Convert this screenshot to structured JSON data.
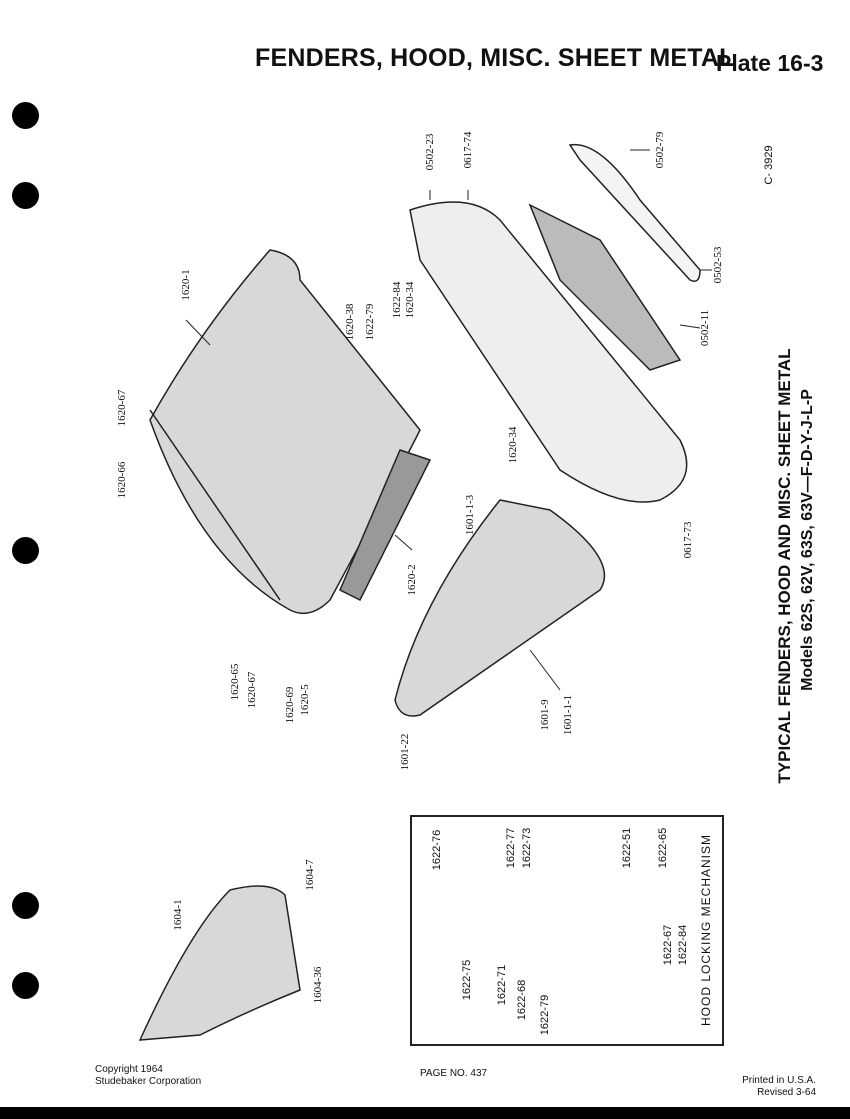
{
  "header": {
    "title": "FENDERS, HOOD, MISC. SHEET METAL",
    "plate": "Plate 16-3"
  },
  "side_title": {
    "line1": "TYPICAL FENDERS, HOOD AND MISC. SHEET METAL",
    "line2": "Models 62S, 62V, 63S, 63V—F-D-Y-J-L-P"
  },
  "drawing_code": "C- 3929",
  "callouts": [
    "1620-1",
    "1620-38",
    "1622-79",
    "1622-84",
    "1620-34",
    "0502-23",
    "0617-74",
    "0502-79",
    "0502-53",
    "0502-11",
    "1620-67",
    "1620-66",
    "1620-34",
    "1601-1-3",
    "0617-73",
    "1620-2",
    "1620-65",
    "1620-67",
    "1620-69",
    "1620-5",
    "1601-9",
    "1601-1-1",
    "1601-22",
    "1604-7",
    "1604-1",
    "1604-36"
  ],
  "inset": {
    "title": "HOOD LOCKING MECHANISM",
    "callouts": [
      "1622-76",
      "1622-77",
      "1622-73",
      "1622-51",
      "1622-65",
      "1622-75",
      "1622-71",
      "1622-68",
      "1622-79",
      "1622-67",
      "1622-84"
    ]
  },
  "footer": {
    "copyright": "Copyright 1964",
    "company": "Studebaker Corporation",
    "page": "PAGE NO. 437",
    "printed": "Printed in U.S.A.",
    "revised": "Revised 3-64"
  },
  "colors": {
    "ink": "#111111",
    "part_fill": "#d8d8d8"
  }
}
